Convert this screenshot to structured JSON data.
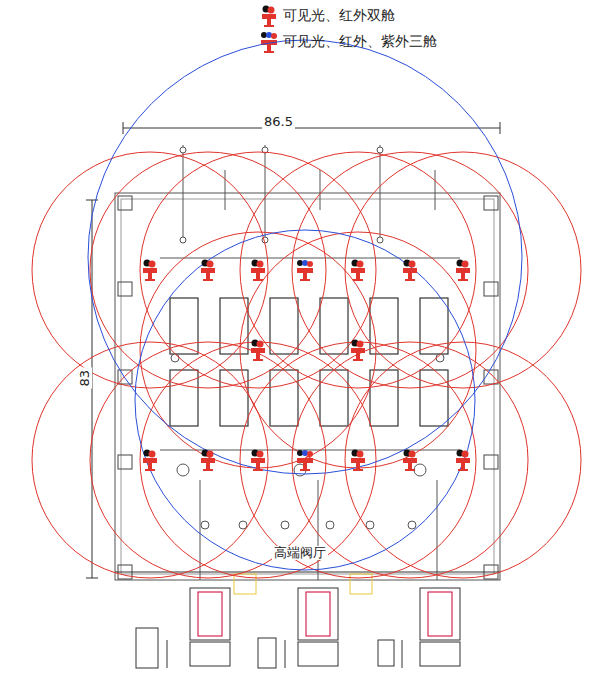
{
  "diagram": {
    "labels": [
      "86.5",
      "83",
      "高端阀厅"
    ],
    "legend": [
      {
        "text": "可见光、红外双舱"
      },
      {
        "text": "可见光、红外、紫外三舱"
      }
    ]
  }
}
